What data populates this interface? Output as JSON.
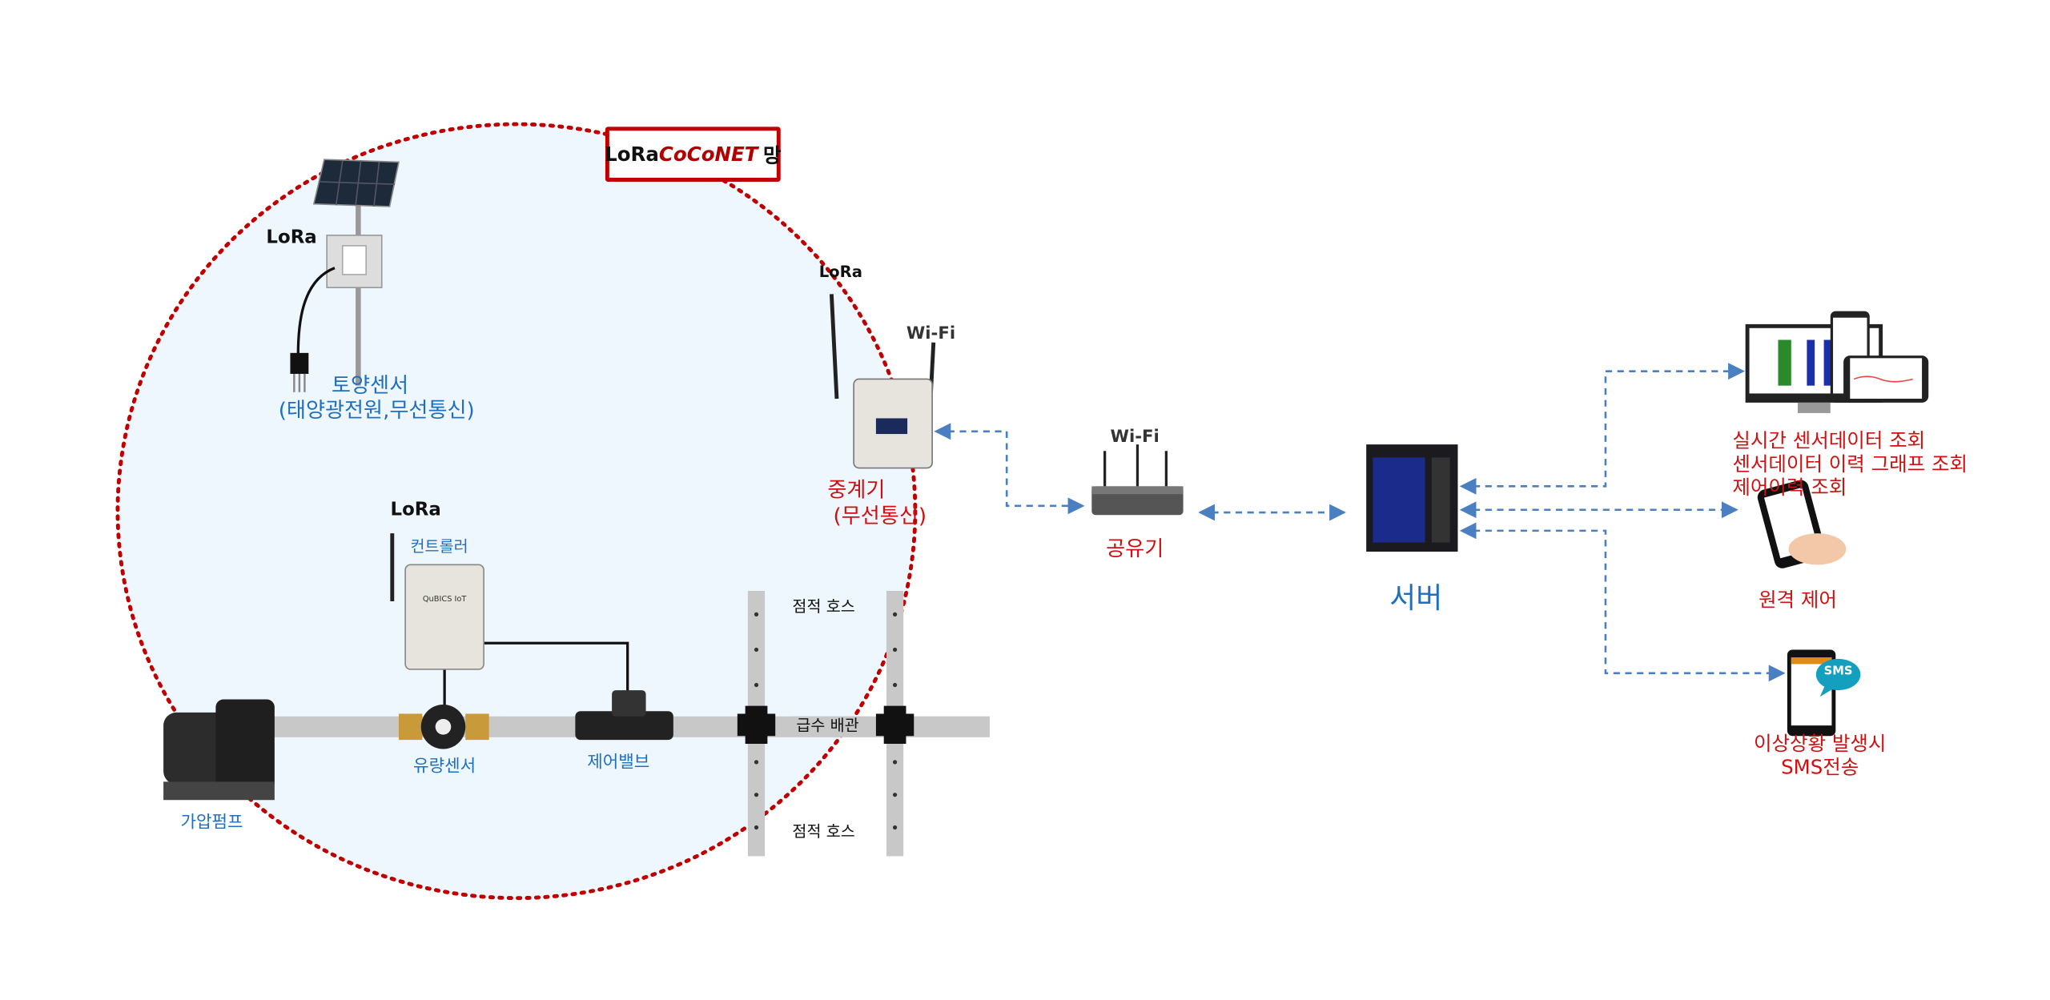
{
  "network_label": {
    "lora": "LoRa",
    "coconet": "CoCoNET",
    "suffix": "망"
  },
  "logos": {
    "lora": "LoRa",
    "wifi": "Wi-Fi"
  },
  "nodes": {
    "soil_sensor": {
      "label": "토양센서",
      "sub": "(태양광전원,무선통신)"
    },
    "relay": {
      "label": "중계기",
      "sub": "(무선통신)"
    },
    "router": {
      "label": "공유기"
    },
    "server": {
      "label": "서버"
    },
    "controller": {
      "label": "컨트롤러"
    },
    "pump": {
      "label": "가압펌프"
    },
    "flow_sensor": {
      "label": "유량센서"
    },
    "valve": {
      "label": "제어밸브"
    },
    "drip_hose_top": {
      "label": "점적 호스"
    },
    "drip_hose_bottom": {
      "label": "점적 호스"
    },
    "supply_pipe": {
      "label": "급수 배관"
    }
  },
  "clients": {
    "monitoring": {
      "lines": [
        "실시간 센서데이터 조회",
        "센서데이터 이력 그래프 조회",
        "제어이력 조회"
      ]
    },
    "remote": {
      "label": "원격 제어"
    },
    "sms": {
      "badge": "SMS",
      "lines": [
        "이상상황 발생시",
        "SMS전송"
      ]
    }
  },
  "device_text": {
    "qubics": "QuBICS IoT"
  },
  "colors": {
    "circle": "#c00000",
    "zone_fill": "#eef7fd",
    "arrow": "#4a7fc1",
    "label_blue": "#1f6fc0",
    "label_red": "#d01010",
    "pipe": "#c8c8c8"
  }
}
